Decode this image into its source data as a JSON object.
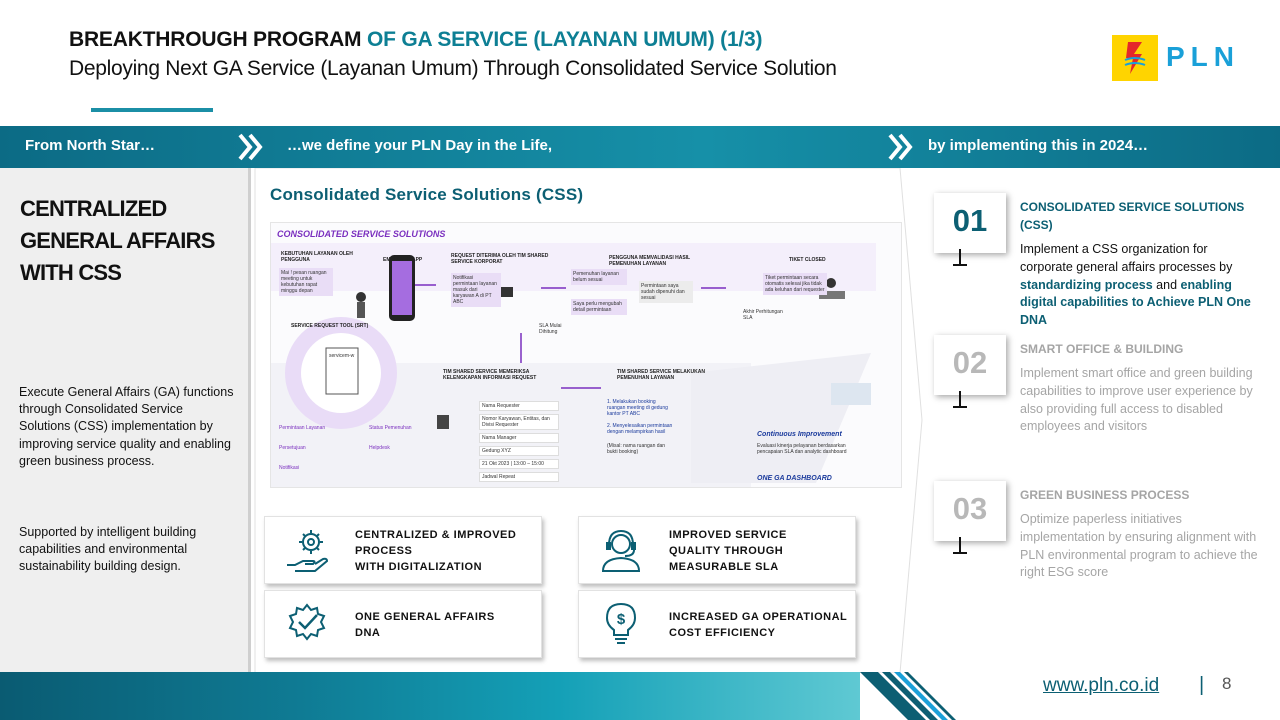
{
  "header": {
    "title_part1": "BREAKTHROUGH  PROGRAM ",
    "title_part2": "OF GA SERVICE (LAYANAN UMUM) (1/3)",
    "subtitle": "Deploying Next GA Service (Layanan Umum) Through Consolidated Service Solution",
    "logo_text": "PLN"
  },
  "banner": {
    "left": "From North Star…",
    "middle": "…we define your PLN Day in the Life,",
    "right": "by implementing this in 2024…"
  },
  "left_panel": {
    "heading": "CENTRALIZED GENERAL AFFAIRS WITH CSS",
    "paragraph1": "Execute General Affairs (GA) functions through  Consolidated Service Solutions (CSS) implementation by improving service quality and enabling green business process.",
    "paragraph2": "Supported by intelligent building capabilities and environmental sustainability building design."
  },
  "center": {
    "title": "Consolidated  Service Solutions  (CSS)",
    "diagram": {
      "header": "CONSOLIDATED SERVICE SOLUTIONS",
      "step1": "KEBUTUHAN LAYANAN OLEH PENGGUNA",
      "step1_bubble": "Mai ! pesan ruangan meeting untuk kebutuhan rapat minggu depan",
      "employee_app": "EMPLOYEE APP",
      "srt": "SERVICE REQUEST TOOL (SRT)",
      "srt_app": "servicem-w",
      "step2": "REQUEST DITERIMA OLEH TIM SHARED SERVICE KORPORAT",
      "step2_bubble": "Notifikasi permintaan layanan masuk dari karyawan A di PT ABC",
      "step3": "TIM SHARED SERVICE MEMERIKSA KELENGKAPAN INFORMASI REQUEST",
      "sla": "SLA Mulai Dihitung",
      "step4": "PENGGUNA MEMVALIDASI HASIL PEMENUHAN LAYANAN",
      "bubble4a": "Pemenuhan layanan belum sesuai",
      "bubble4b": "Permintaan saya sudah dipenuhi dan sesuai",
      "bubble4c": "Saya perlu mengubah detail permintaan",
      "step5": "TIM SHARED SERVICE MELAKUKAN PEMENUHAN LAYANAN",
      "step5_text1": "1. Melakukan booking ruangan meeting di gedung kantor PT ABC",
      "step5_text2": "2. Menyelesaikan permintaan dengan melampirkan hasil",
      "step5_text3": "(Misal: nama ruangan dan bukti booking)",
      "step6": "TIKET CLOSED",
      "step6_bubble": "Tiket permintaan secara otomatis selesai jika tidak ada keluhan dari requester",
      "sla_end": "Akhir Perhitungan SLA",
      "checklist": [
        "Nama Requester",
        "Nomor Karyawan, Entitas, dan Divisi Requester",
        "Nama Manager",
        "Gedung XYZ",
        "21 Okt 2023 | 13:00 – 15:00",
        "Jadwal Repeat"
      ],
      "menu": [
        "Permintaan Layanan",
        "Status Pemenuhan",
        "Persetujuan",
        "Helpdesk",
        "Notifikasi"
      ],
      "ci_title": "Continuous Improvement",
      "ci_text": "Evaluasi kinerja pelayanan berdasarkan pencapaian SLA dan analytic dashboard",
      "dashboard": "ONE GA DASHBOARD"
    },
    "cards": [
      {
        "label_line1": "CENTRALIZED  & IMPROVED",
        "label_line2": "PROCESS",
        "label_line3": "WITH DIGITALIZATION",
        "icon": "gear-hand-icon"
      },
      {
        "label_line1": "IMPROVED  SERVICE",
        "label_line2": "QUALITY  THROUGH",
        "label_line3": "MEASURABLE  SLA",
        "icon": "headset-agent-icon"
      },
      {
        "label_line1": "ONE GENERAL AFFAIRS",
        "label_line2": "DNA",
        "label_line3": "",
        "icon": "gear-check-icon"
      },
      {
        "label_line1": "INCREASED  GA OPERATIONAL",
        "label_line2": "COST EFFICIENCY",
        "label_line3": "",
        "icon": "lightbulb-dollar-icon"
      }
    ]
  },
  "right_list": [
    {
      "number": "01",
      "heading_line1": "CONSOLIDATED SERVICE SOLUTIONS",
      "heading_line2": "(CSS)",
      "body_pre": "Implement a CSS organization for corporate general affairs processes by ",
      "body_bold1": "standardizing process",
      "body_mid": " and ",
      "body_bold2": "enabling digital capabilities to Achieve PLN One DNA"
    },
    {
      "number": "02",
      "heading": "SMART OFFICE & BUILDING",
      "body": "Implement smart office and green building capabilities to improve user experience by also providing full access to disabled employees and visitors"
    },
    {
      "number": "03",
      "heading": "GREEN BUSINESS PROCESS",
      "body": "Optimize paperless initiatives implementation by ensuring alignment with PLN environmental program to achieve the right ESG score"
    }
  ],
  "footer": {
    "url": "www.pln.co.id",
    "separator": "|",
    "page": "8"
  },
  "colors": {
    "teal_dark": "#0c5f73",
    "teal": "#1690a8",
    "purple": "#7a2fbf",
    "logo_yellow": "#ffd400",
    "logo_blue": "#1aa0d8",
    "muted": "#a5a5a5"
  }
}
